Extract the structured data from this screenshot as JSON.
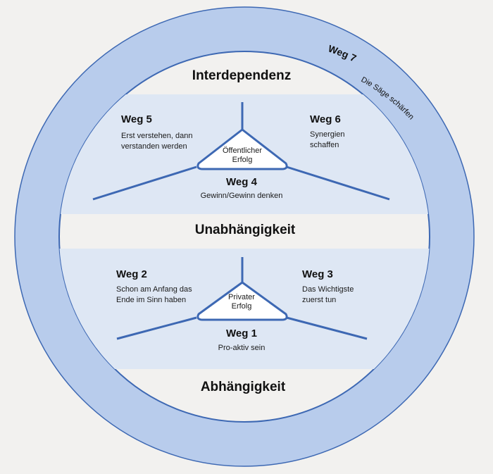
{
  "colors": {
    "background": "#f2f1ef",
    "outer_ring": "#b8ccec",
    "ring_stroke": "#3d68b3",
    "band": "#dee7f4",
    "line": "#3d68b3",
    "triangle_fill": "#ffffff"
  },
  "levels": {
    "top": "Interdependenz",
    "middle": "Unabhängigkeit",
    "bottom": "Abhängigkeit"
  },
  "public": {
    "triangle_lines": [
      "Öffentlicher",
      "Erfolg"
    ],
    "weg5": {
      "title": "Weg 5",
      "lines": [
        "Erst verstehen, dann",
        "verstanden werden"
      ]
    },
    "weg6": {
      "title": "Weg 6",
      "lines": [
        "Synergien",
        "schaffen"
      ]
    },
    "weg4": {
      "title": "Weg 4",
      "lines": [
        "Gewinn/Gewinn denken"
      ]
    }
  },
  "private": {
    "triangle_lines": [
      "Privater",
      "Erfolg"
    ],
    "weg2": {
      "title": "Weg 2",
      "lines": [
        "Schon am Anfang das",
        "Ende im Sinn haben"
      ]
    },
    "weg3": {
      "title": "Weg 3",
      "lines": [
        "Das Wichtigste",
        "zuerst tun"
      ]
    },
    "weg1": {
      "title": "Weg 1",
      "lines": [
        "Pro-aktiv sein"
      ]
    }
  },
  "weg7": {
    "title": "Weg 7",
    "text": "Die Säge schärfen"
  }
}
